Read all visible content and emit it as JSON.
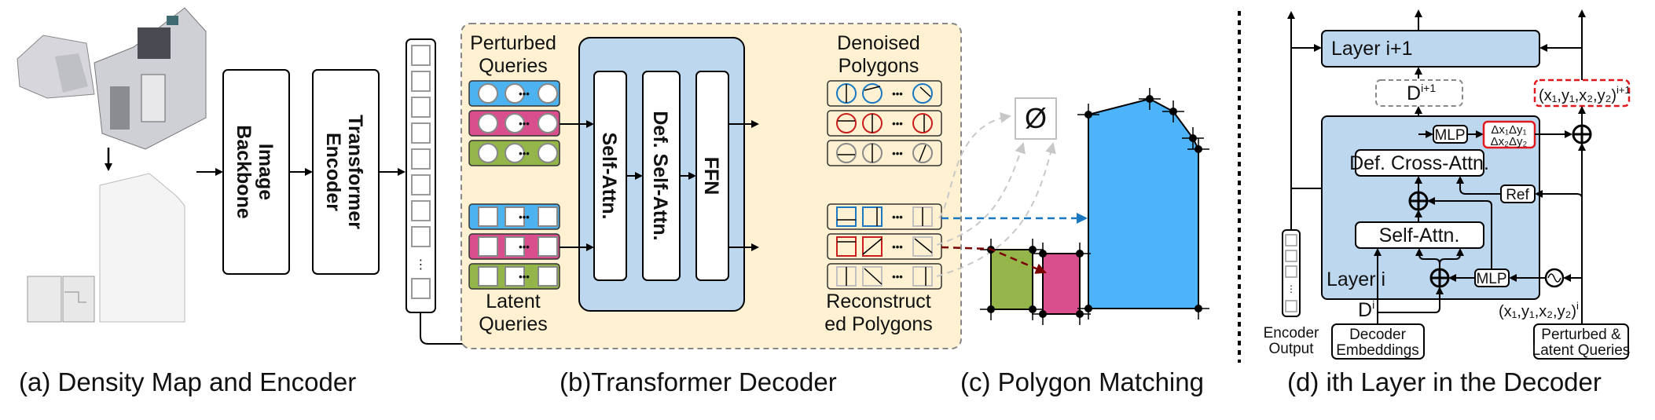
{
  "panels": {
    "a": {
      "caption": "(a) Density Map and Encoder",
      "image_backbone": "Image Backbone",
      "image_backbone_lines": [
        "Image",
        "Backbone"
      ],
      "transformer_encoder_lines": [
        "Transformer",
        "Encoder"
      ]
    },
    "b": {
      "caption": "(b)Transformer Decoder",
      "perturbed_queries_lines": [
        "Perturbed",
        "Queries"
      ],
      "latent_queries_lines": [
        "Latent",
        "Queries"
      ],
      "denoised_polygons_lines": [
        "Denoised",
        "Polygons"
      ],
      "reconstructed_polygons_lines": [
        "Reconstruct",
        "ed Polygons"
      ],
      "self_attn": "Self-Attn.",
      "def_self_attn": "Def. Self-Attn.",
      "ffn": "FFN",
      "ellipsis": "•••",
      "query_row_colors": [
        "#4db3f0",
        "#d94f8e",
        "#93b54a"
      ],
      "denoised_row_colors": [
        "#1a78c2",
        "#c81e1e",
        "#8a8a8a"
      ],
      "reconstructed_row_colors": [
        "#1a78c2",
        "#c81e1e",
        "#c0c0c0"
      ]
    },
    "c": {
      "caption": "(c) Polygon Matching",
      "empty_set": "Ø",
      "polygon_colors": {
        "green": "#93b54a",
        "pink": "#d94f8e",
        "blue": "#4db3fa"
      }
    },
    "d": {
      "caption": "(d) ith Layer in the Decoder",
      "layer_next": "Layer i+1",
      "layer_current": "Layer i",
      "d_next": "D",
      "d_next_sup": "i+1",
      "d_cur": "D",
      "d_cur_sup": "i",
      "coords_next": "(x₁,y₁,x₂,y₂)",
      "coords_next_sup": "i+1",
      "coords_cur": "(x₁,y₁,x₂,y₂)",
      "coords_cur_sup": "i",
      "mlp_top": "MLP",
      "mlp_bottom": "MLP",
      "delta_line1": "Δx₁Δy₁",
      "delta_line2": "Δx₂Δy₂",
      "def_cross_attn": "Def. Cross-Attn.",
      "self_attn": "Self-Attn.",
      "ref": "Ref",
      "encoder_output_lines": [
        "Encoder",
        "Output"
      ],
      "decoder_embeddings_lines": [
        "Decoder",
        "Embeddings"
      ],
      "queries_lines": [
        "Perturbed &",
        "Latent Queries"
      ],
      "layer_fill": "#bdd7ee",
      "highlight_color": "#e0191e"
    }
  }
}
